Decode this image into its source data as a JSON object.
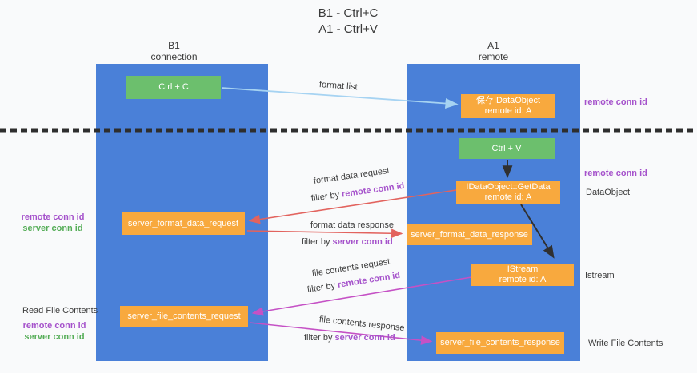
{
  "title": {
    "line1": "B1 - Ctrl+C",
    "line2": "A1 - Ctrl+V"
  },
  "lifelines": {
    "b1": {
      "name": "B1",
      "role": "connection"
    },
    "a1": {
      "name": "A1",
      "role": "remote"
    }
  },
  "nodes": {
    "ctrl_c": "Ctrl + C",
    "ctrl_v": "Ctrl + V",
    "save_dataobject": {
      "title": "保存IDataObject",
      "subtitle": "remote id: A"
    },
    "getdata": {
      "title": "IDataObject::GetData",
      "subtitle": "remote id: A"
    },
    "istream": {
      "title": "IStream",
      "subtitle": "remote id: A"
    },
    "server_format_data_request": "server_format_data_request",
    "server_format_data_response": "server_format_data_response",
    "server_file_contents_request": "server_file_contents_request",
    "server_file_contents_response": "server_file_contents_response"
  },
  "edge_labels": {
    "format_list": "format list",
    "format_data_request": "format data request",
    "format_data_response": "format data response",
    "file_contents_request": "file contents request",
    "file_contents_response": "file contents response",
    "filter_prefix": "filter by ",
    "remote_conn_id": "remote conn id",
    "server_conn_id": "server conn id"
  },
  "annotations": {
    "remote_conn_id": "remote conn id",
    "server_conn_id": "server conn id",
    "dataobject": "DataObject",
    "istream": "Istream",
    "read_file_contents": "Read File Contents",
    "write_file_contents": "Write File Contents"
  },
  "colors": {
    "lifeline_blue": "#4a80d8",
    "action_green": "#6cbf6d",
    "message_orange": "#f8a93e",
    "format_arrow_red": "#e2635e",
    "file_arrow_magenta": "#c551c5",
    "format_list_blue": "#a6d3f2",
    "control_arrow_black": "#303030",
    "separator_black": "#2e2e2e",
    "remote_conn_purple": "#a552cb",
    "server_conn_green": "#55ad57"
  }
}
